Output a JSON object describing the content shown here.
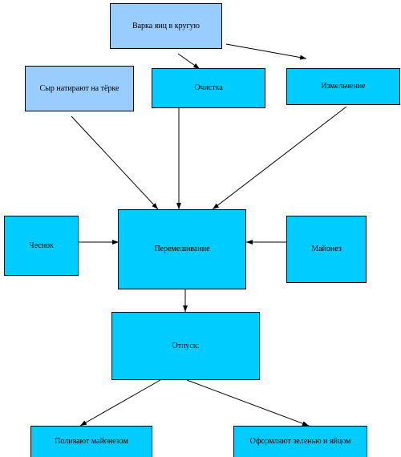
{
  "colors": {
    "ingredient_fill": "#99ccff",
    "process_fill": "#00ccff",
    "border": "#000000",
    "arrow": "#000000"
  },
  "nodes": {
    "boil_eggs": "Варка яиц в кругую",
    "grate_cheese": "Сыр натирают на тёрке",
    "peel": "Очистка",
    "chop": "Измельчение",
    "garlic": "Чеснок",
    "mix": "Перемешивание",
    "mayo": "Майонез",
    "serve": "Отпуск:",
    "pour_mayo": "Поливают майонезом",
    "garnish": "Оформляют зеленью и яйцом"
  },
  "edges": [
    {
      "from": "boil_eggs",
      "to": "peel"
    },
    {
      "from": "boil_eggs",
      "to": "chop"
    },
    {
      "from": "grate_cheese",
      "to": "mix"
    },
    {
      "from": "peel",
      "to": "mix"
    },
    {
      "from": "chop",
      "to": "mix"
    },
    {
      "from": "garlic",
      "to": "mix"
    },
    {
      "from": "mayo",
      "to": "mix"
    },
    {
      "from": "mix",
      "to": "serve"
    },
    {
      "from": "serve",
      "to": "pour_mayo"
    },
    {
      "from": "serve",
      "to": "garnish"
    }
  ]
}
